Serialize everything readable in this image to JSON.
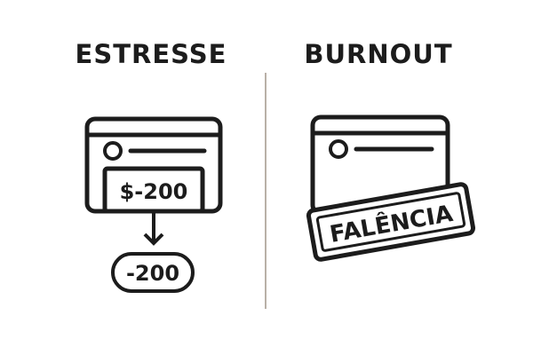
{
  "stress": {
    "title": "ESTRESSE",
    "card_amount": "$-200",
    "result_pill": "-200"
  },
  "burnout": {
    "title": "BURNOUT",
    "stamp_label": "FALÊNCIA"
  },
  "colors": {
    "ink": "#1c1c1c",
    "divider": "#b9b0a7",
    "background": "#ffffff"
  },
  "icons": {
    "left_window": "browser-window-icon",
    "arrow": "arrow-down-icon",
    "right_window": "browser-window-icon",
    "stamp": "stamp-icon"
  }
}
